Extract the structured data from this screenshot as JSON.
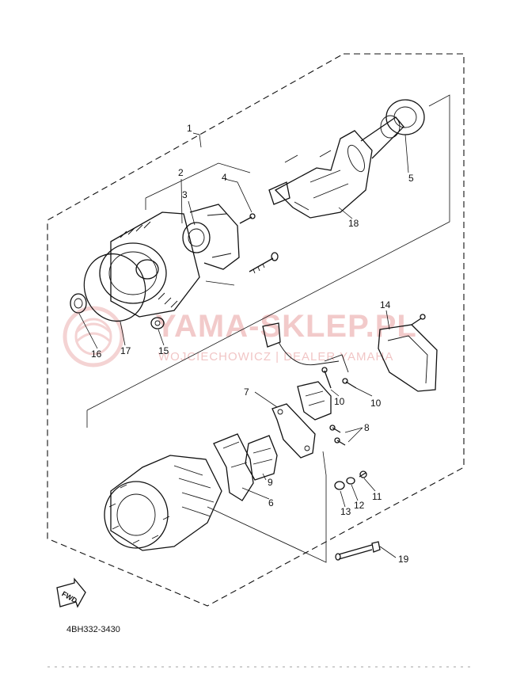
{
  "callouts": {
    "c1": "1",
    "c2": "2",
    "c3": "3",
    "c4": "4",
    "c5": "5",
    "c6": "6",
    "c7": "7",
    "c8": "8",
    "c9": "9",
    "c10a": "10",
    "c10b": "10",
    "c11": "11",
    "c12": "12",
    "c13": "13",
    "c14": "14",
    "c15": "15",
    "c16": "16",
    "c17": "17",
    "c18": "18",
    "c19": "19"
  },
  "fwd_label": "FWD",
  "diagram_code": "4BH332-3430",
  "watermark": {
    "main": "YAMA-SKLEP.PL",
    "sub": "WOJCIECHOWICZ | DEALER YAMAHA"
  },
  "colors": {
    "line": "#111111",
    "watermark": "#e8a0a0"
  }
}
